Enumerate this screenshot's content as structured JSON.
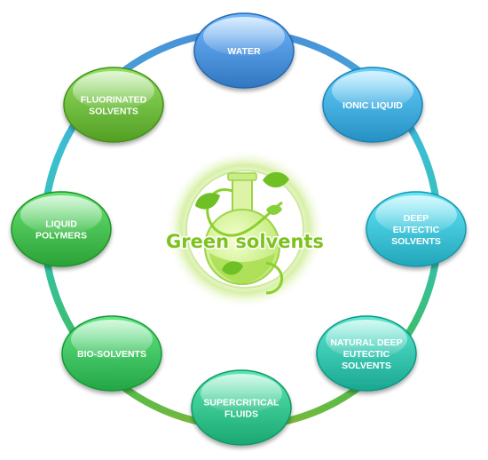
{
  "center": {
    "title": "Green solvents",
    "title_color": "#7dc21e",
    "icon": "flask-leaf-icon"
  },
  "nodes": [
    {
      "id": "water",
      "lines": [
        "WATER"
      ],
      "color": "#4a90d9"
    },
    {
      "id": "ionic-liquid",
      "lines": [
        "IONIC LIQUID"
      ],
      "color": "#3fa9dc"
    },
    {
      "id": "deep-eutectic-solvents",
      "lines": [
        "DEEP",
        "EUTECTIC",
        "SOLVENTS"
      ],
      "color": "#3bbfd2"
    },
    {
      "id": "natural-deep-eutectic-solvents",
      "lines": [
        "NATURAL DEEP",
        "EUTECTIC",
        "SOLVENTS"
      ],
      "color": "#33c0aa"
    },
    {
      "id": "supercritical-fluids",
      "lines": [
        "SUPERCRITICAL",
        "FLUIDS"
      ],
      "color": "#33c08a"
    },
    {
      "id": "bio-solvents",
      "lines": [
        "BIO-SOLVENTS"
      ],
      "color": "#3cbf5e"
    },
    {
      "id": "liquid-polymers",
      "lines": [
        "LIQUID",
        "POLYMERS"
      ],
      "color": "#43bb4e"
    },
    {
      "id": "fluorinated-solvents",
      "lines": [
        "FLUORINATED",
        "SOLVENTS"
      ],
      "color": "#6bb83c"
    }
  ],
  "ring_colors": [
    "#4a90d9",
    "#3bbfd2",
    "#35c0a0",
    "#40bd55",
    "#79b83a"
  ]
}
